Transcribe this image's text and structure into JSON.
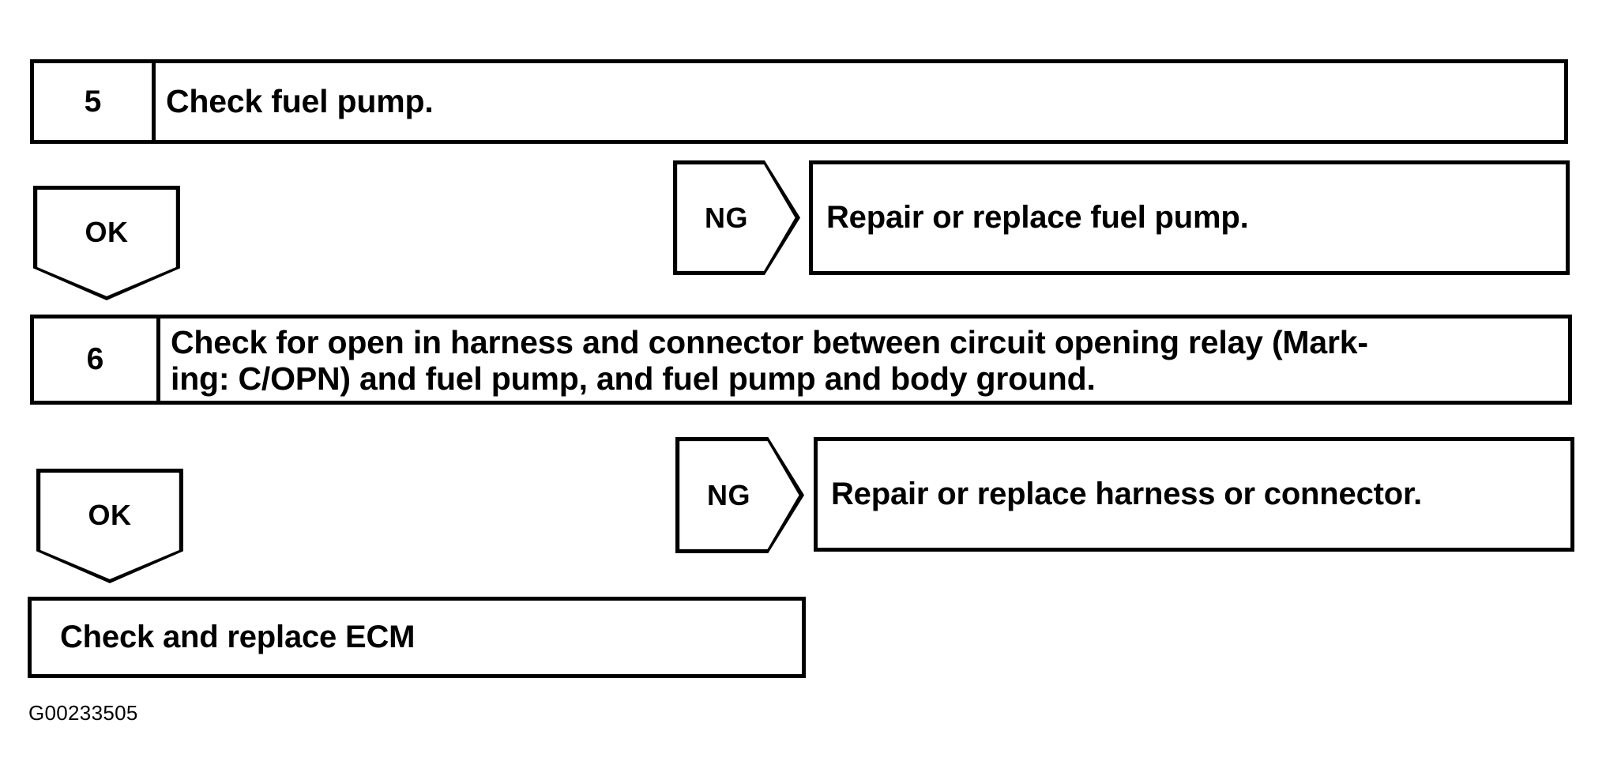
{
  "document": {
    "type": "diagnostic-troubleshooting-flowchart",
    "caption_id": "G00233505",
    "ink_color": "#000000",
    "background_color": "#ffffff"
  },
  "flow": {
    "steps": [
      {
        "id": "step-5",
        "number": "5",
        "text": "Check fuel pump.",
        "lines": [
          "Check fuel pump."
        ]
      },
      {
        "id": "step-6",
        "number": "6",
        "text": "Check for open in harness and connector between circuit opening relay (Marking: C/OPN) and fuel pump, and fuel pump and body ground.",
        "lines": [
          "Check for open in harness and connector between circuit opening relay (Mark-",
          "ing: C/OPN) and fuel pump, and fuel pump and body ground."
        ]
      }
    ],
    "branches": [
      {
        "id": "branch-5",
        "ok_label": "OK",
        "ng_label": "NG",
        "ng_action": "Repair or replace fuel pump."
      },
      {
        "id": "branch-6",
        "ok_label": "OK",
        "ng_label": "NG",
        "ng_action": "Repair or replace harness or connector."
      }
    ],
    "terminal": {
      "id": "terminal-ecm",
      "text": "Check and replace ECM"
    }
  }
}
